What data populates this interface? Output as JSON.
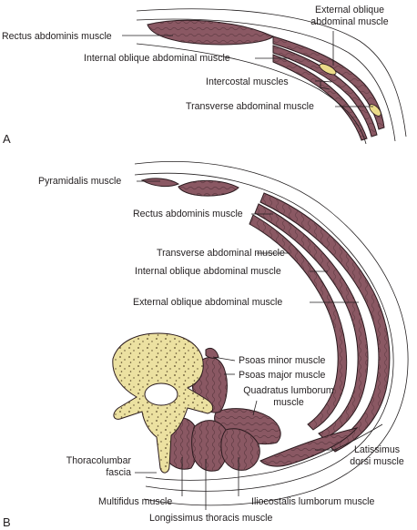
{
  "colors": {
    "muscle": "#8a5863",
    "muscle_texture": "#5e3a42",
    "fat_pad": "#ecdc8a",
    "bone": "#ece1a1",
    "bone_dots": "#5a4a2a",
    "outline": "#2a1a1e",
    "page": "#ffffff"
  },
  "panel_a": {
    "letter": "A",
    "labels": {
      "rectus_abdominis": "Rectus abdominis muscle",
      "external_oblique_line1": "External oblique",
      "external_oblique_line2": "abdominal muscle",
      "internal_oblique": "Internal oblique abdominal muscle",
      "intercostal": "Intercostal muscles",
      "transverse_abdominal": "Transverse abdominal muscle"
    }
  },
  "panel_b": {
    "letter": "B",
    "labels": {
      "pyramidalis": "Pyramidalis muscle",
      "rectus_abdominis": "Rectus abdominis muscle",
      "transverse_abdominal": "Transverse abdominal muscle",
      "internal_oblique": "Internal oblique abdominal muscle",
      "external_oblique": "External oblique abdominal muscle",
      "psoas_minor": "Psoas minor muscle",
      "psoas_major": "Psoas major muscle",
      "quadratus_line1": "Quadratus lumborum",
      "quadratus_line2": "muscle",
      "thoracolumbar_line1": "Thoracolumbar",
      "thoracolumbar_line2": "fascia",
      "latissimus_line1": "Latissimus",
      "latissimus_line2": "dorsi muscle",
      "multifidus": "Multifidus muscle",
      "iliocostalis": "Iliocostalis lumborum muscle",
      "longissimus": "Longissimus thoracis muscle"
    }
  }
}
